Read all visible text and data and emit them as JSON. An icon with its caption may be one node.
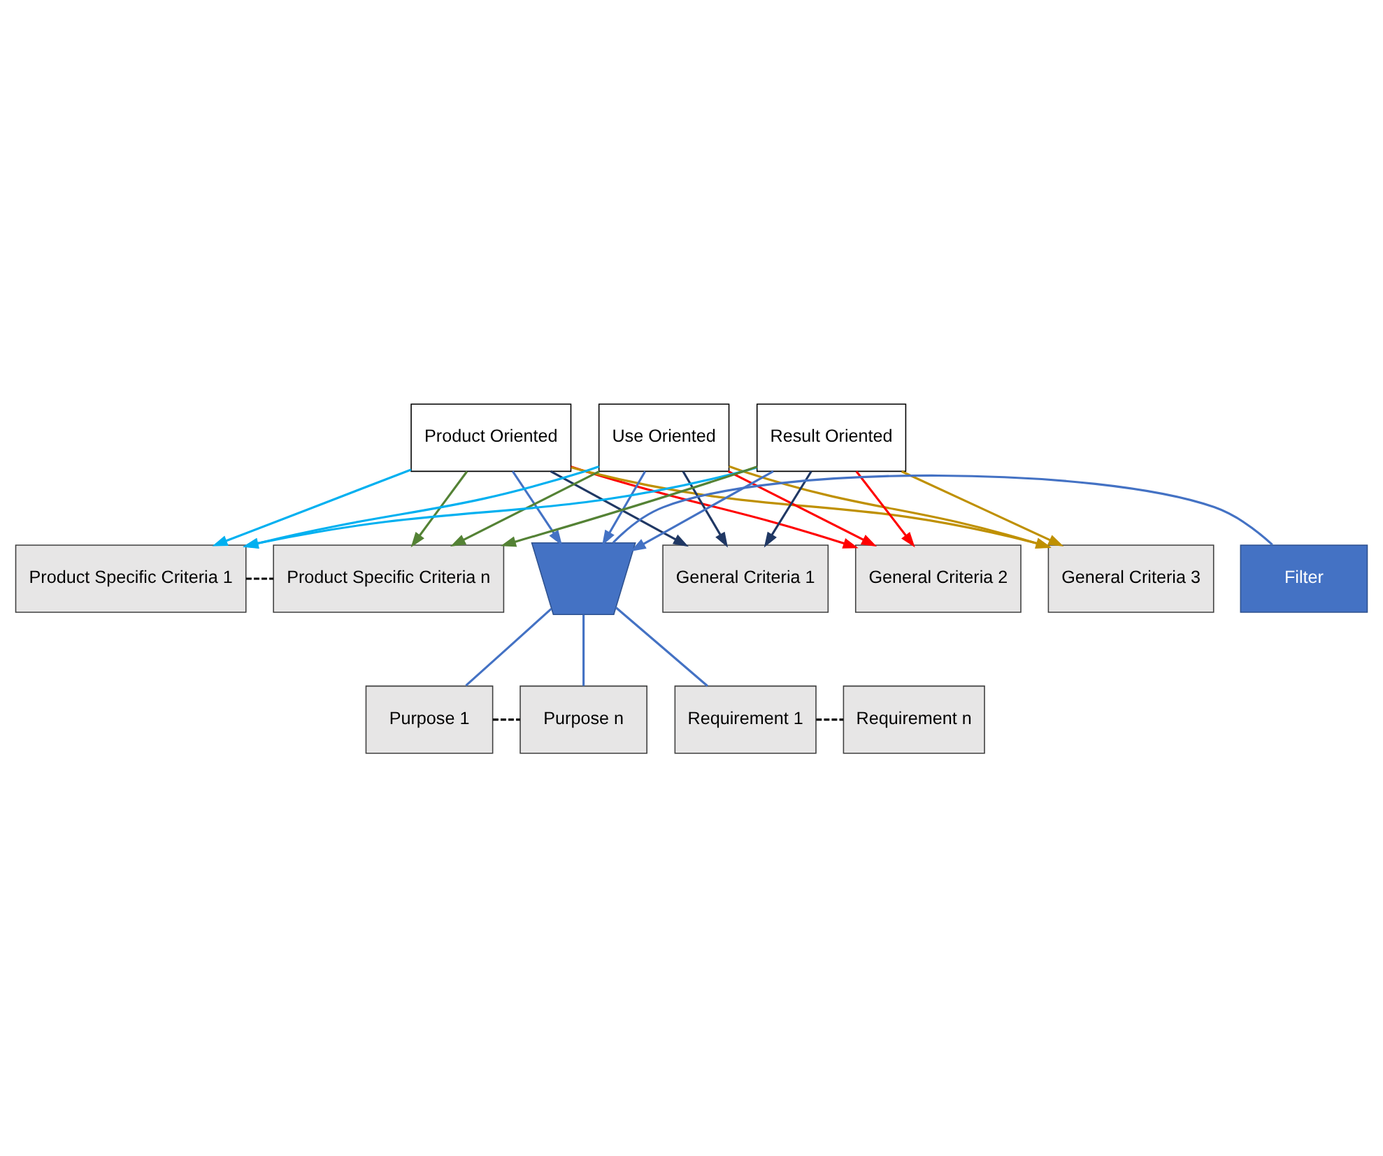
{
  "diagram": {
    "nodes": [
      {
        "text": [
          "General Criteria 1"
        ]
      },
      {
        "text": [
          "General Criteria 2"
        ]
      },
      {
        "text": [
          "General Criteria 3"
        ]
      },
      {
        "text": [
          "Product Specific Criteria 1"
        ]
      },
      {
        "text": [
          "Product Specific Criteria n"
        ]
      },
      {
        "text": [
          "Product Oriented"
        ]
      },
      {
        "text": [
          "Use Oriented"
        ]
      },
      {
        "text": [
          "Result Oriented"
        ]
      },
      {
        "text": [],
        "shape": "trapezium"
      },
      {
        "text": [
          "Filter"
        ]
      },
      {
        "text": [
          "Purpose 1"
        ]
      },
      {
        "text": [
          "Purpose n"
        ]
      },
      {
        "text": [
          "Requirement 1"
        ]
      },
      {
        "text": [
          "Requirement n"
        ]
      }
    ],
    "edges": [
      {
        "from": 3,
        "to": 4,
        "arrow": "none",
        "style": "dashed",
        "color": "#000000"
      },
      {
        "from": 5,
        "to": 0,
        "arrow": "to",
        "color": "#203864"
      },
      {
        "from": 6,
        "to": 0,
        "arrow": "to",
        "color": "#203864"
      },
      {
        "from": 7,
        "to": 0,
        "arrow": "to",
        "color": "#203864"
      },
      {
        "from": 5,
        "to": 1,
        "arrow": "to",
        "color": "#ff0000"
      },
      {
        "from": 6,
        "to": 1,
        "arrow": "to",
        "color": "#ff0000"
      },
      {
        "from": 7,
        "to": 1,
        "arrow": "to",
        "color": "#ff0000"
      },
      {
        "from": 5,
        "to": 2,
        "arrow": "to",
        "color": "#bf9000"
      },
      {
        "from": 6,
        "to": 2,
        "arrow": "to",
        "color": "#bf9000"
      },
      {
        "from": 7,
        "to": 2,
        "arrow": "to",
        "color": "#bf9000"
      },
      {
        "from": 5,
        "to": 3,
        "arrow": "to",
        "color": "#00b0f0"
      },
      {
        "from": 6,
        "to": 3,
        "arrow": "to",
        "color": "#00b0f0"
      },
      {
        "from": 7,
        "to": 3,
        "arrow": "to",
        "color": "#00b0f0"
      },
      {
        "from": 5,
        "to": 4,
        "arrow": "to",
        "color": "#548235"
      },
      {
        "from": 6,
        "to": 4,
        "arrow": "to",
        "color": "#548235"
      },
      {
        "from": 7,
        "to": 4,
        "arrow": "to",
        "color": "#548235"
      },
      {
        "from": 5,
        "to": 8,
        "arrow": "to",
        "color": "#4472c4"
      },
      {
        "from": 6,
        "to": 8,
        "arrow": "to",
        "color": "#4472c4"
      },
      {
        "from": 7,
        "to": 8,
        "arrow": "to",
        "color": "#4472c4"
      },
      {
        "from": 8,
        "to": 9,
        "arrow": "none",
        "color": "#4472c4"
      },
      {
        "from": 8,
        "to": 10,
        "arrow": "none",
        "color": "#4472c4"
      },
      {
        "from": 8,
        "to": 11,
        "arrow": "none",
        "color": "#4472c4"
      },
      {
        "from": 8,
        "to": 12,
        "arrow": "none",
        "color": "#4472c4"
      },
      {
        "from": 10,
        "to": 11,
        "arrow": "none",
        "style": "dashed",
        "color": "#000000"
      },
      {
        "from": 12,
        "to": 13,
        "arrow": "none",
        "style": "dashed",
        "color": "#000000"
      }
    ]
  }
}
